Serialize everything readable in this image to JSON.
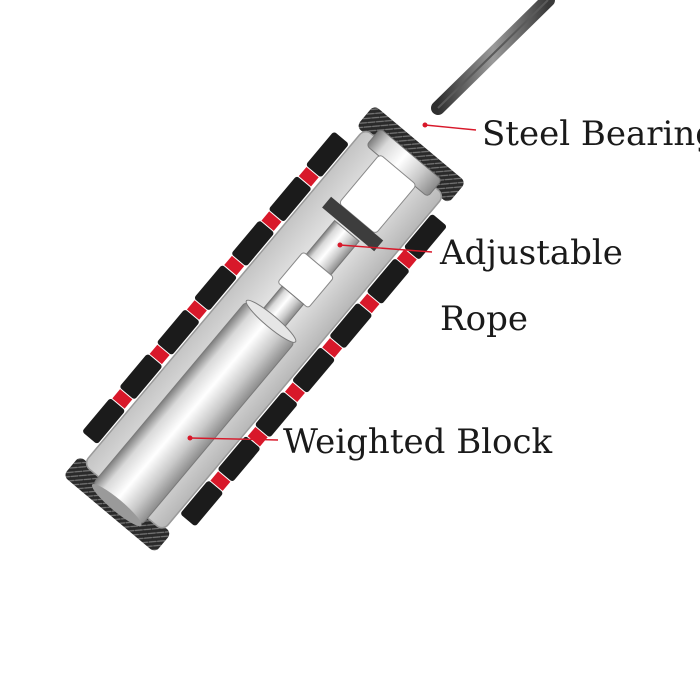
{
  "diagram": {
    "labels": {
      "steel_bearing": "Steel Bearing",
      "adjustable_line1": "Adjustable",
      "adjustable_line2": "Rope",
      "weighted_block": "Weighted Block"
    },
    "colors": {
      "pointer": "#d8182a",
      "grip": "#1b1b1b",
      "metal_light": "#f4f4f4",
      "metal_dark": "#8a8a8a",
      "rope": "#4a4a4a"
    }
  }
}
